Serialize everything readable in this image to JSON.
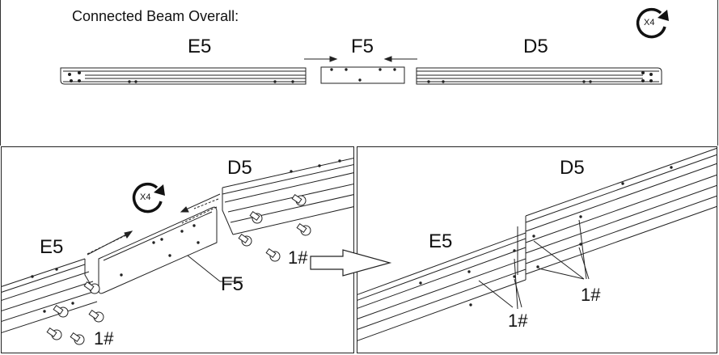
{
  "title": "Connected Beam Overall:",
  "overview": {
    "left_label": "E5",
    "center_label": "F5",
    "right_label": "D5",
    "rotate_count": "X4"
  },
  "detail_left": {
    "left_label": "E5",
    "right_label": "D5",
    "plate_label": "F5",
    "screw_label_right": "1#",
    "screw_label_left": "1#",
    "rotate_count": "X4"
  },
  "detail_right": {
    "left_label": "E5",
    "right_label": "D5",
    "screw_label_right": "1#",
    "screw_label_left": "1#"
  }
}
